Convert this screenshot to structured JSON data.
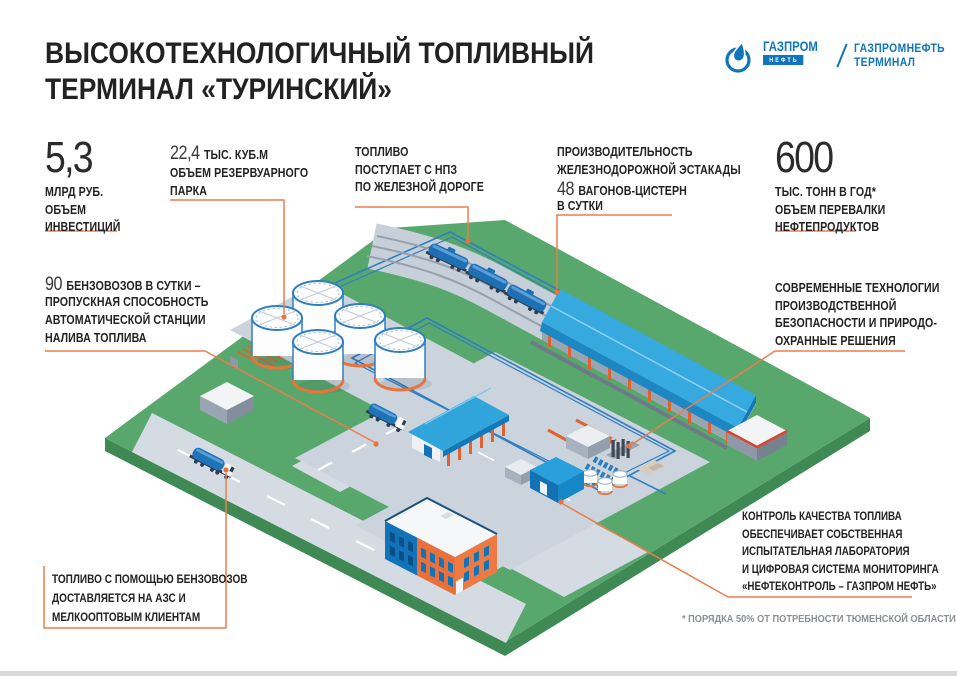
{
  "header": {
    "title_line1": "ВЫСОКОТЕХНОЛОГИЧНЫЙ ТОПЛИВНЫЙ",
    "title_line2": "ТЕРМИНАЛ «ТУРИНСКИЙ»"
  },
  "logo": {
    "gazprom": "ГАЗПРОМ",
    "neft": "НЕФТЬ",
    "company_line1": "ГАЗПРОМНЕФТЬ",
    "company_line2": "ТЕРМИНАЛ"
  },
  "stats": {
    "investment": {
      "value": "5,3",
      "line1": "МЛРД РУБ.",
      "line2": "ОБЪЕМ",
      "line3": "ИНВЕСТИЦИЙ"
    },
    "reservoir": {
      "value": "22,4",
      "unit": "ТЫС. КУБ.М",
      "line1": "ОБЪЕМ РЕЗЕРВУАРНОГО",
      "line2": "ПАРКА"
    },
    "rail_supply": {
      "line1": "ТОПЛИВО",
      "line2": "ПОСТУПАЕТ С НПЗ",
      "line3": "ПО ЖЕЛЕЗНОЙ ДОРОГЕ"
    },
    "rack": {
      "line1": "ПРОИЗВОДИТЕЛЬНОСТЬ",
      "line2": "ЖЕЛЕЗНОДОРОЖНОЙ ЭСТАКАДЫ",
      "value": "48",
      "value_label": "ВАГОНОВ-ЦИСТЕРН",
      "line3": "В СУТКИ"
    },
    "throughput": {
      "value": "600",
      "line1": "ТЫС. ТОНН В ГОД*",
      "line2": "ОБЪЕМ ПЕРЕВАЛКИ",
      "line3": "НЕФТЕПРОДУКТОВ"
    }
  },
  "callouts": {
    "loading_station": {
      "value": "90",
      "value_label": "БЕНЗОВОЗОВ В СУТКИ –",
      "line2": "ПРОПУСКНАЯ СПОСОБНОСТЬ",
      "line3": "АВТОМАТИЧЕСКОЙ СТАНЦИИ",
      "line4": "НАЛИВА ТОПЛИВА"
    },
    "safety": {
      "line1": "СОВРЕМЕННЫЕ ТЕХНОЛОГИИ",
      "line2": "ПРОИЗВОДСТВЕННОЙ",
      "line3": "БЕЗОПАСНОСТИ И ПРИРОДО-",
      "line4": "ОХРАННЫЕ РЕШЕНИЯ"
    },
    "delivery": {
      "line1": "ТОПЛИВО С ПОМОЩЬЮ БЕНЗОВОЗОВ",
      "line2": "ДОСТАВЛЯЕТСЯ НА АЗС И",
      "line3": "МЕЛКООПТОВЫМ КЛИЕНТАМ"
    },
    "quality": {
      "line1": "КОНТРОЛЬ КАЧЕСТВА ТОПЛИВА",
      "line2": "ОБЕСПЕЧИВАЕТ СОБСТВЕННАЯ",
      "line3": "ИСПЫТАТЕЛЬНАЯ ЛАБОРАТОРИЯ",
      "line4": "И ЦИФРОВАЯ СИСТЕМА МОНИТОРИНГА",
      "line5": "«НЕФТЕКОНТРОЛЬ – ГАЗПРОМ НЕФТЬ»"
    }
  },
  "footnote": "* ПОРЯДКА 50% ОТ ПОТРЕБНОСТИ ТЮМЕНСКОЙ ОБЛАСТИ",
  "colors": {
    "accent": "#ED7C4D",
    "accent_dot": "#E8743B",
    "brand_blue": "#0F75BC",
    "text_dark": "#222222",
    "text_gray": "#8A8F94",
    "field_green": "#58A76C"
  }
}
